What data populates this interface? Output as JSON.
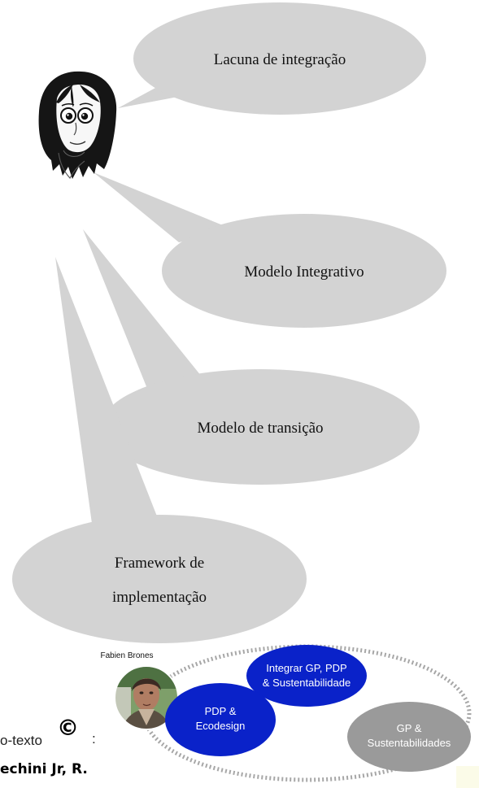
{
  "bubbles": {
    "lacuna": "Lacuna de integração",
    "modelo_integrativo": "Modelo Integrativo",
    "modelo_transicao": "Modelo de transição",
    "framework_line1": "Framework de",
    "framework_line2": "implementação"
  },
  "author": {
    "name": "Fabien Brones"
  },
  "concept_bubbles": {
    "integrar_line1": "Integrar GP, PDP",
    "integrar_line2": "& Sustentabilidade",
    "pdp_line1": "PDP &",
    "pdp_line2": "Ecodesign",
    "gp_line1": "GP &",
    "gp_line2": "Sustentabilidades"
  },
  "partial_text": {
    "texto": "o-texto",
    "copyright_symbol": "©",
    "colon": ":",
    "author_fragment": "echini Jr, R."
  },
  "colors": {
    "bubble_gray": "#d3d3d3",
    "blue": "#0a22c9",
    "gray_dark": "#9a9a9a",
    "dashed": "#a7a7a7"
  },
  "icons": {
    "character": "cartoon-girl-icon",
    "photo": "person-photo"
  }
}
